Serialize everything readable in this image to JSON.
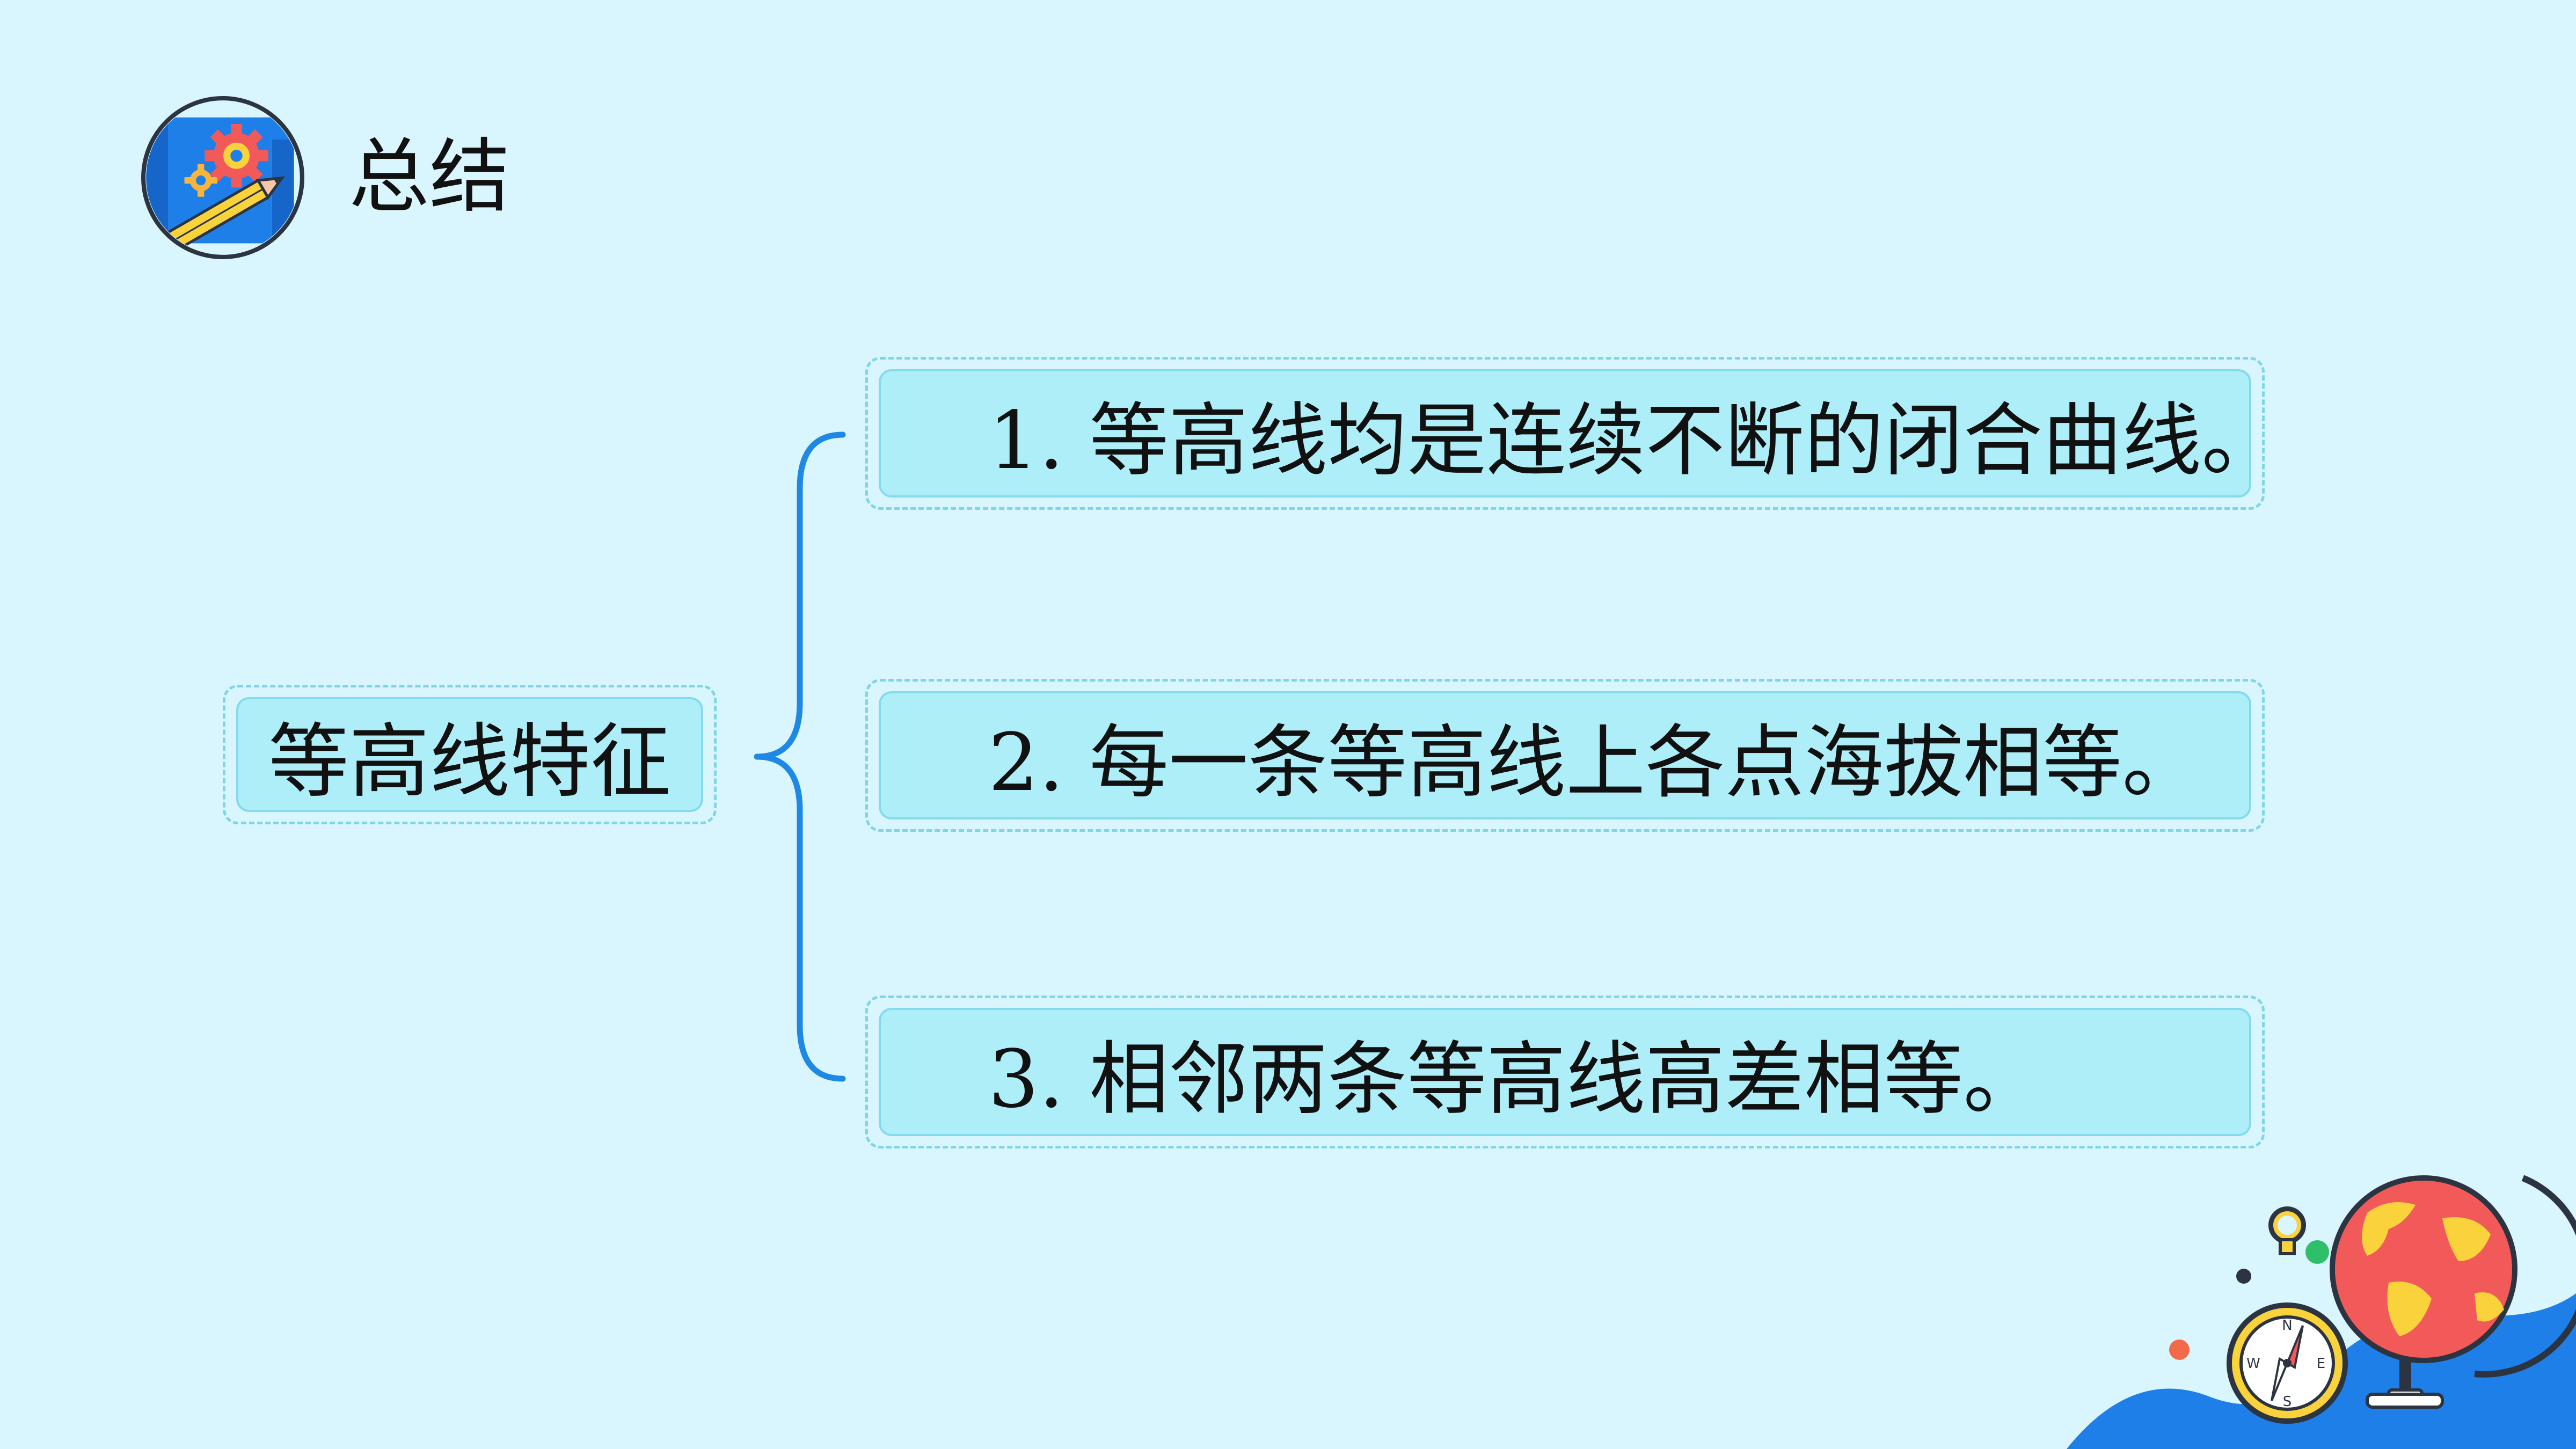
{
  "header": {
    "title": "总结",
    "icon": "gear-pencil-icon"
  },
  "mindmap": {
    "central_topic": "等高线特征",
    "items": [
      {
        "label": "1. 等高线均是连续不断的闭合曲线。"
      },
      {
        "label": "2. 每一条等高线上各点海拔相等。"
      },
      {
        "label": "3. 相邻两条等高线高差相等。"
      }
    ]
  },
  "decoration": {
    "compass_letters": {
      "n": "N",
      "e": "E",
      "s": "S",
      "w": "W"
    }
  },
  "colors": {
    "background": "#d9f5fd",
    "box_fill": "#aeeef9",
    "box_border": "#84dbec",
    "brace": "#1e88e5",
    "accent_red": "#f25a5a",
    "accent_yellow": "#f9d23c"
  }
}
